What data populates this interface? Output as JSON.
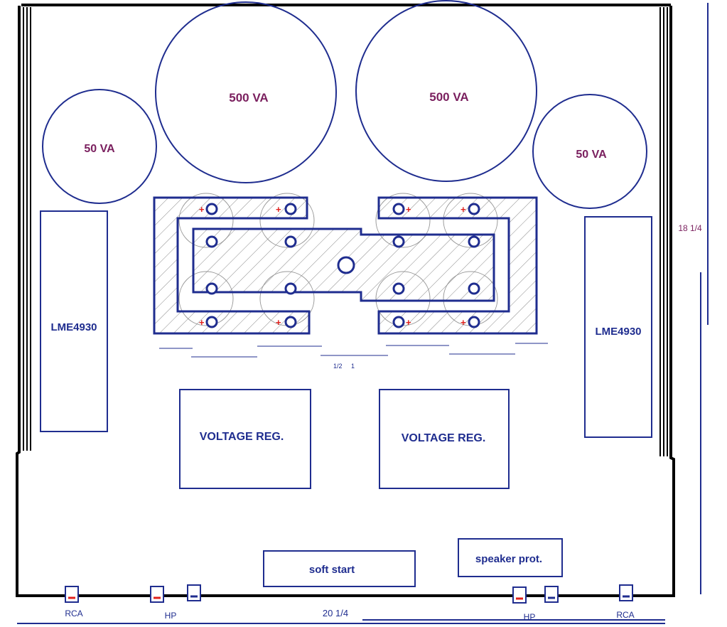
{
  "colors": {
    "line": "#1f2d8f",
    "label": "#1f2d8f",
    "va_label": "#7a1f5e",
    "plus": "#e0201c",
    "hatch": "#8a8a8a"
  },
  "transformers": [
    {
      "label": "50 VA"
    },
    {
      "label": "500 VA"
    },
    {
      "label": "500 VA"
    },
    {
      "label": "50 VA"
    }
  ],
  "amps": [
    {
      "label": "LME4930"
    },
    {
      "label": "LME4930"
    }
  ],
  "regulators": [
    {
      "label": "VOLTAGE REG."
    },
    {
      "label": "VOLTAGE REG."
    }
  ],
  "boards": {
    "soft_start": "soft start",
    "speaker_prot": "speaker prot."
  },
  "jacks": {
    "rca_left": "RCA",
    "hp_left": "HP",
    "hp_right": "HP",
    "rca_right": "RCA"
  },
  "dimensions": {
    "width": "20 1/4",
    "height": "18 1/4"
  },
  "scale": {
    "half": "1/2",
    "one": "1"
  },
  "capacitor_marks": {
    "plus": "+",
    "minus": "-"
  }
}
